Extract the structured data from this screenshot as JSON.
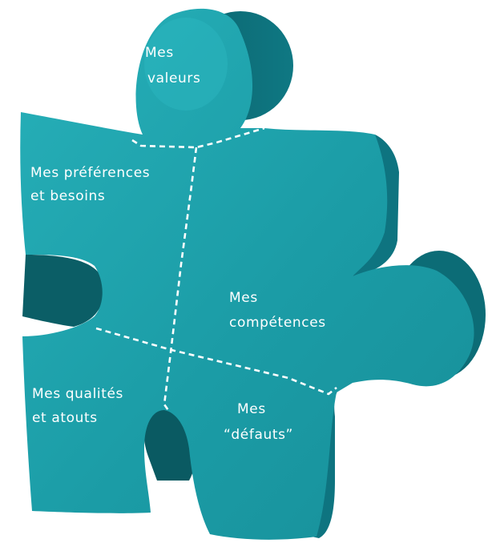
{
  "puzzle": {
    "colors": {
      "face": "#1a9aa4",
      "face_light": "#25adb6",
      "side": "#0d6d77",
      "side_dark": "#0a5960",
      "divider": "#ffffff",
      "text": "#ffffff"
    },
    "sections": {
      "valeurs": [
        "Mes",
        "valeurs"
      ],
      "preferences": [
        "Mes préférences",
        "et besoins"
      ],
      "competences": [
        "Mes",
        "compétences"
      ],
      "qualites": [
        "Mes qualités",
        "et atouts"
      ],
      "defauts": [
        "Mes",
        "“défauts”"
      ]
    }
  }
}
